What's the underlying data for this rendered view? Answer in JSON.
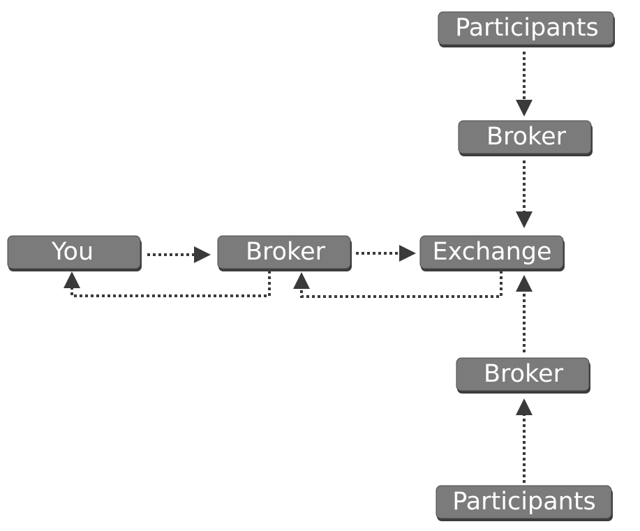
{
  "diagram": {
    "nodes": {
      "you": "You",
      "broker_main": "Broker",
      "exchange": "Exchange",
      "participants_top": "Participants",
      "broker_top": "Broker",
      "broker_bottom": "Broker",
      "participants_bottom": "Participants"
    },
    "colors": {
      "node_fill": "#7b7b7b",
      "node_shadow": "#3c3c3c",
      "connector": "#3a3a3a",
      "text": "#ffffff"
    },
    "edges": [
      {
        "from": "you",
        "to": "broker_main",
        "style": "dotted"
      },
      {
        "from": "broker_main",
        "to": "exchange",
        "style": "dotted"
      },
      {
        "from": "exchange",
        "to": "broker_main",
        "style": "dotted"
      },
      {
        "from": "broker_main",
        "to": "you",
        "style": "dotted"
      },
      {
        "from": "participants_top",
        "to": "broker_top",
        "style": "dotted"
      },
      {
        "from": "broker_top",
        "to": "exchange",
        "style": "dotted"
      },
      {
        "from": "broker_bottom",
        "to": "exchange",
        "style": "dotted"
      },
      {
        "from": "participants_bottom",
        "to": "broker_bottom",
        "style": "dotted"
      }
    ]
  }
}
